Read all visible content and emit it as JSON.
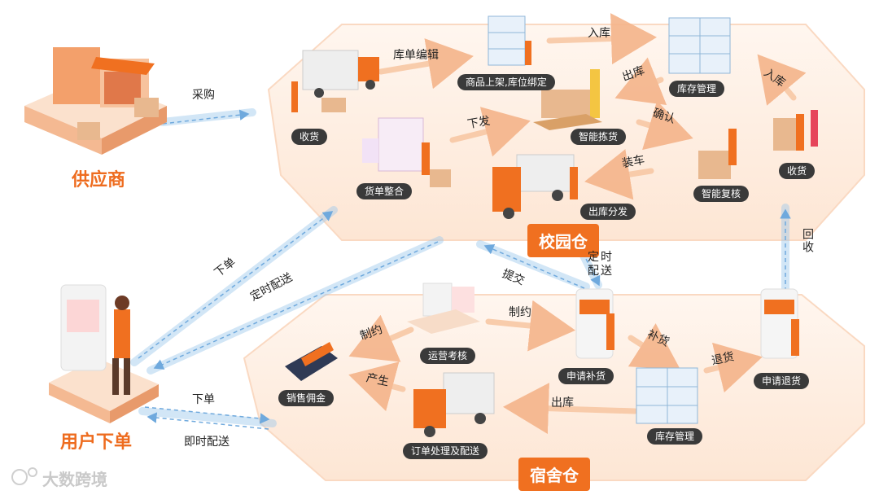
{
  "actors": {
    "supplier": "供应商",
    "user_order": "用户下单"
  },
  "warehouses": {
    "campus": "校园仓",
    "dorm": "宿舍仓"
  },
  "campus_nodes": {
    "receive_left": "收货",
    "shelving": "商品上架,库位绑定",
    "inventory": "库存管理",
    "receive_right": "收货",
    "picking": "智能拣货",
    "recheck": "智能复核",
    "order_integration": "货单整合",
    "outbound_dispatch": "出库分发"
  },
  "campus_flows": {
    "edit_order": "库单编辑",
    "inbound_top": "入库",
    "inbound_right": "入库",
    "outbound": "出库",
    "confirm": "确认",
    "issue": "下发",
    "loading": "装车"
  },
  "dorm_nodes": {
    "ops_assessment": "运营考核",
    "replenish_request": "申请补货",
    "return_request": "申请退货",
    "commission": "销售佣金",
    "inventory": "库存管理",
    "order_delivery": "订单处理及配送"
  },
  "dorm_flows": {
    "restrict_left": "制约",
    "restrict_right": "制约",
    "replenish": "补货",
    "return": "退货",
    "produce": "产生",
    "outbound": "出库"
  },
  "cross_flows": {
    "purchase": "采购",
    "order_top": "下单",
    "scheduled_delivery": "定时配送",
    "submit": "提交",
    "scheduled_delivery_vertical": "定时配送",
    "recycle": "回收",
    "order_bottom": "下单",
    "instant_delivery": "即时配送"
  },
  "watermark": "大数跨境",
  "colors": {
    "accent": "#f07020",
    "octagon_fill": "#fdeee3",
    "dashed_link": "#7bb3e0"
  }
}
